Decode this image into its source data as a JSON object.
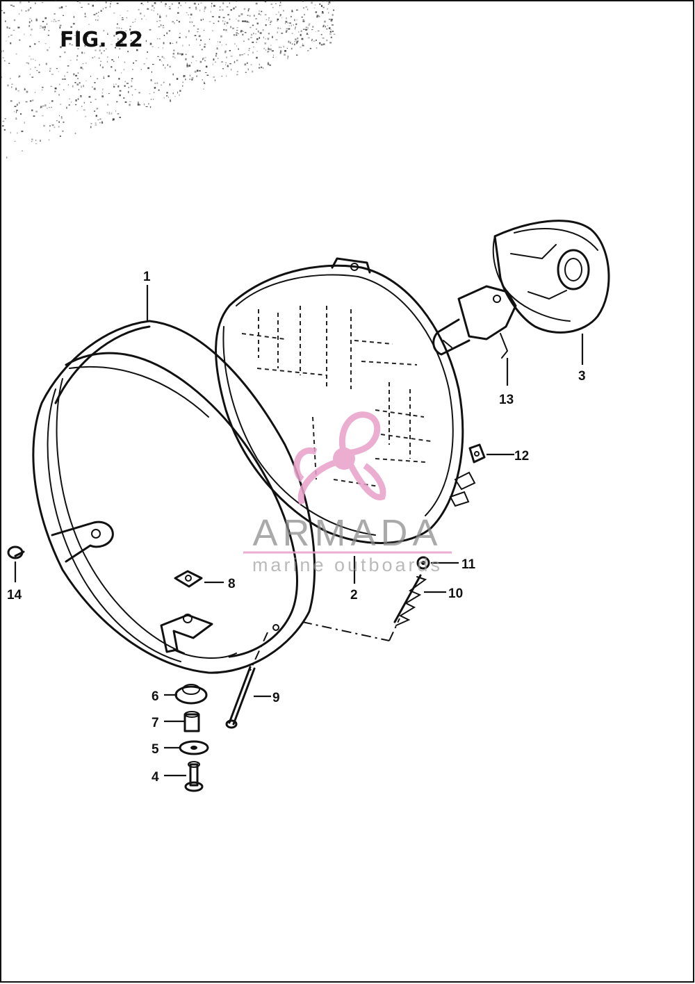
{
  "figure": {
    "title": "FIG. 22"
  },
  "callouts": [
    {
      "id": "1",
      "label": "1"
    },
    {
      "id": "2",
      "label": "2"
    },
    {
      "id": "3",
      "label": "3"
    },
    {
      "id": "4",
      "label": "4"
    },
    {
      "id": "5",
      "label": "5"
    },
    {
      "id": "6",
      "label": "6"
    },
    {
      "id": "7",
      "label": "7"
    },
    {
      "id": "8",
      "label": "8"
    },
    {
      "id": "9",
      "label": "9"
    },
    {
      "id": "10",
      "label": "10"
    },
    {
      "id": "11",
      "label": "11"
    },
    {
      "id": "12",
      "label": "12"
    },
    {
      "id": "13",
      "label": "13"
    },
    {
      "id": "14",
      "label": "14"
    }
  ],
  "watermark": {
    "brand": "ARMADA",
    "tagline": "marine outboards",
    "logo_icon": "propeller-logo-icon",
    "logo_color": "#e8a0c8",
    "text_color": "#8a8a8a"
  }
}
